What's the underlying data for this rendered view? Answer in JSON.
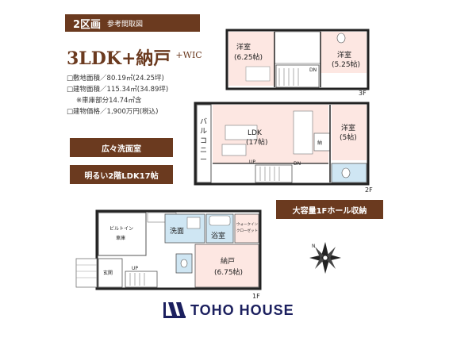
{
  "header": {
    "plot_label": "2区画",
    "plot_sub": "参考間取図",
    "layout_type": "3LDK+納戸",
    "layout_extra": "+WIC"
  },
  "specs": [
    "□敷地面積／80.19㎡(24.25坪)",
    "□建物面積／115.34㎡(34.89坪)",
    "※車庫部分14.74㎡含",
    "□建物価格／1,900万円(税込)"
  ],
  "features": {
    "washroom": "広々洗面室",
    "ldk": "明るい2階LDK17帖",
    "storage": "大容量1Fホール収納"
  },
  "floors": {
    "f3": {
      "label": "3F",
      "rooms": {
        "west": "洋室",
        "west_size": "(6.25帖)",
        "east": "洋室",
        "east_size": "(5.25帖)",
        "dn": "DN"
      }
    },
    "f2": {
      "label": "2F",
      "rooms": {
        "balcony": "バルコニー",
        "ldk": "LDK",
        "ldk_size": "(17帖)",
        "west": "洋室",
        "west_size": "(5帖)",
        "closet": "納",
        "up": "UP",
        "dn": "DN"
      }
    },
    "f1": {
      "label": "1F",
      "rooms": {
        "garage": "ビルトイン",
        "garage2": "車庫",
        "wash": "洗面",
        "bath": "浴室",
        "wic": "ウォークイン",
        "wic2": "クローゼット",
        "storage": "納戸",
        "storage_size": "(6.75帖)",
        "entrance": "玄関",
        "up": "UP"
      }
    }
  },
  "compass": {
    "north": "N"
  },
  "brand": {
    "name": "TOHO HOUSE"
  },
  "colors": {
    "brand_brown": "#6b3a1f",
    "brand_navy": "#1b1f5e",
    "room_fill": "#fde7e2",
    "water_fill": "#cfe6f3"
  }
}
